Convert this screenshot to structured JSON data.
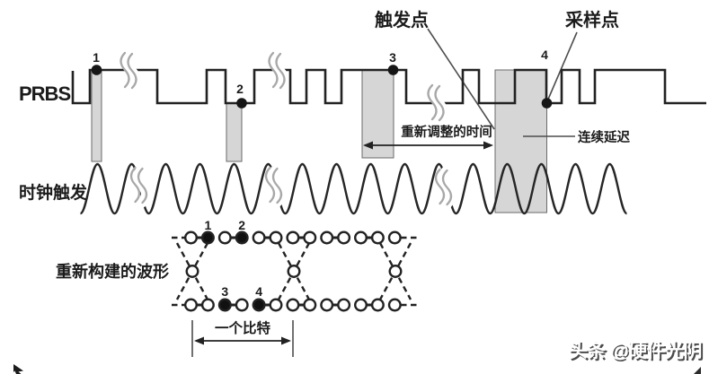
{
  "annotations": {
    "trigger_point": "触发点",
    "sampling_point": "采样点",
    "readjusted_time": "重新调整的时间",
    "continuous_delay": "连续延迟",
    "one_bit": "一个比特"
  },
  "signals": {
    "prbs_label": "PRBS",
    "clock_label": "时钟触发",
    "reconstructed_label": "重新构建的波形"
  },
  "prbs_markers": {
    "p1": "1",
    "p2": "2",
    "p3": "3",
    "p4": "4"
  },
  "eye_markers": {
    "p1": "1",
    "p2": "2",
    "p3": "3",
    "p4": "4"
  },
  "watermark": "头条 @硬件光阴",
  "colors": {
    "ink": "#222222",
    "shaded_band": "#d6d6d6",
    "annotation_line": "#4d4d4d",
    "break_mark": "#a8a8a8",
    "watermark_text": "#ffffff",
    "watermark_shadow": "#4a4a4a"
  }
}
